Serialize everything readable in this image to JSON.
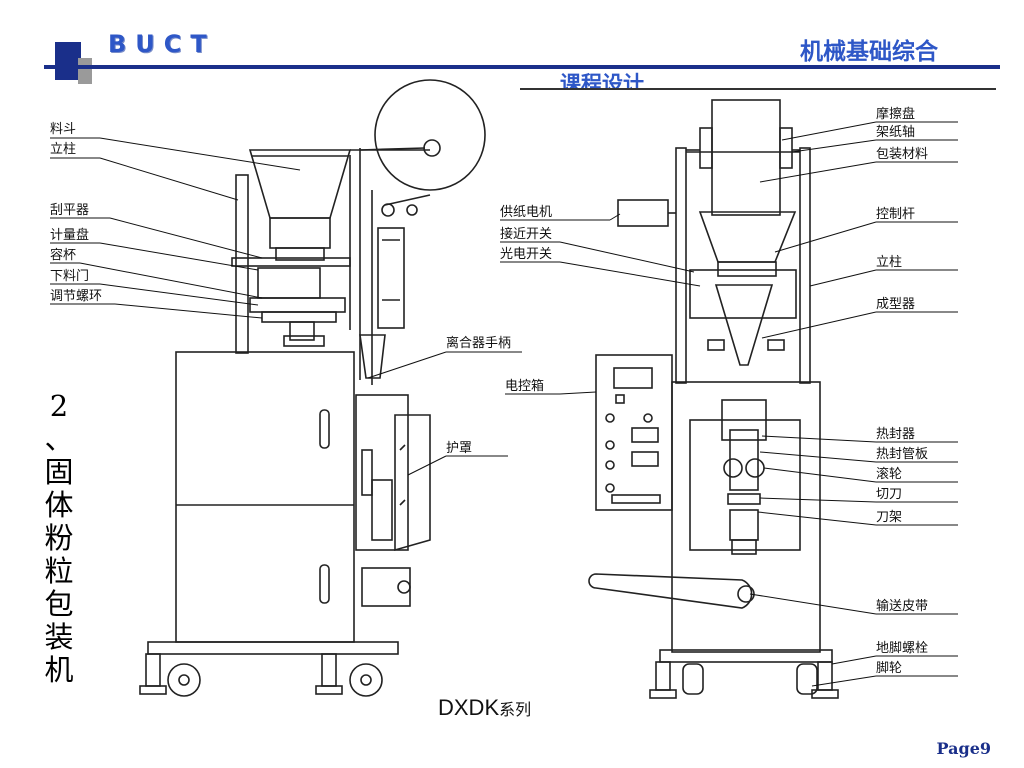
{
  "header": {
    "left_logo": "BUCT",
    "right_title": "机械基础综合",
    "right_title_line2": "课程设计"
  },
  "slide_title_chars": [
    "2",
    "、",
    "固",
    "体",
    "粉",
    "粒",
    "包",
    "装",
    "机"
  ],
  "left_labels": {
    "hopper": "料斗",
    "column": "立柱",
    "scraper": "刮平器",
    "metering_disc": "计量盘",
    "cup": "容杯",
    "discharge_door": "下料门",
    "adjusting_ring": "调节螺环",
    "clutch_handle": "离合器手柄",
    "control_box": "电控箱",
    "guard": "护罩"
  },
  "right_labels": {
    "friction_disc": "摩擦盘",
    "paper_shaft": "架纸轴",
    "packaging_material": "包装材料",
    "paper_feed_motor": "供纸电机",
    "proximity_switch": "接近开关",
    "photo_switch": "光电开关",
    "control_rod": "控制杆",
    "column": "立柱",
    "former": "成型器",
    "heat_sealer": "热封器",
    "heat_seal_plate": "热封管板",
    "roller": "滚轮",
    "cutter": "切刀",
    "cutter_holder": "刀架",
    "conveyor_belt": "输送皮带",
    "anchor_bolt": "地脚螺栓",
    "caster": "脚轮"
  },
  "series_label": "DXDK",
  "series_suffix": "系列",
  "page_label": "Page9"
}
